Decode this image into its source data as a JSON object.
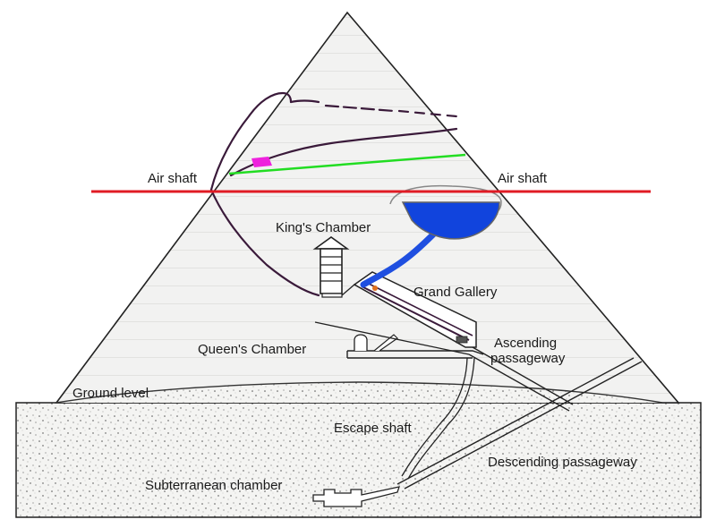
{
  "labels": {
    "air_shaft_left": "Air shaft",
    "air_shaft_right": "Air  shaft",
    "kings_chamber": "King's Chamber",
    "grand_gallery": "Grand Gallery",
    "queens_chamber": "Queen's Chamber",
    "ascending_line1": "Ascending",
    "ascending_line2": "passageway",
    "ground_level": "Ground level",
    "escape_shaft": "Escape shaft",
    "descending_passageway": "Descending passageway",
    "subterranean_chamber": "Subterranean chamber"
  },
  "colors": {
    "red_line": "#e01b24",
    "green_line": "#22dd22",
    "magenta_marker": "#ee22dd",
    "blue_pool": "#1144dd",
    "blue_stream": "#1f4fe0",
    "purple_ink": "#3a1a3a",
    "outline": "#222222"
  }
}
